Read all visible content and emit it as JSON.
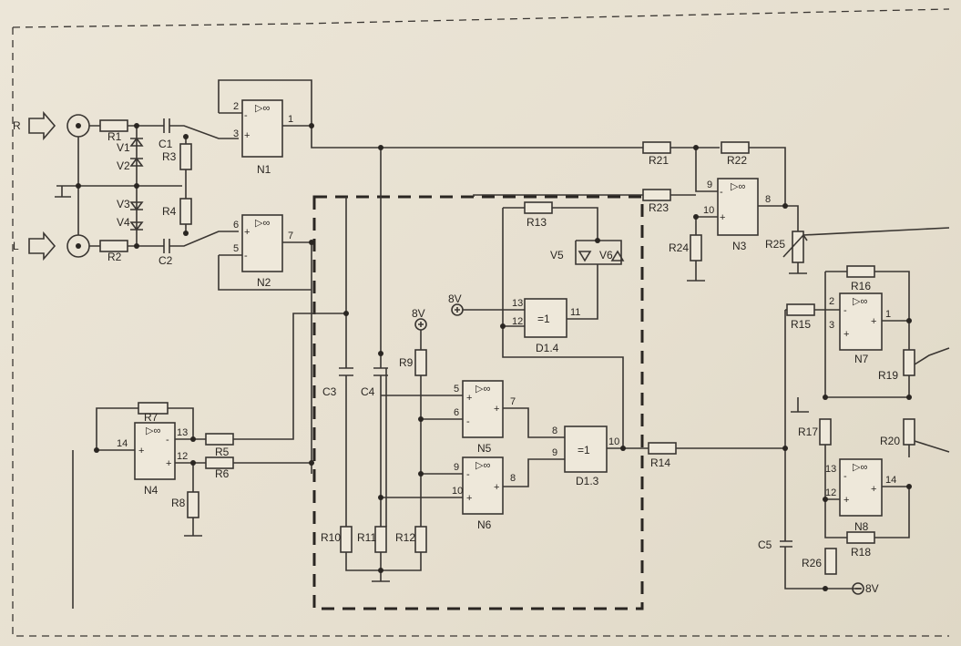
{
  "inputs": {
    "right": "R",
    "left": "L"
  },
  "supply": {
    "positive": "8V",
    "positive_b": "8V",
    "negative": "8V"
  },
  "resistors": [
    "R1",
    "R2",
    "R3",
    "R4",
    "R5",
    "R6",
    "R7",
    "R8",
    "R9",
    "R10",
    "R11",
    "R12",
    "R13",
    "R14",
    "R15",
    "R16",
    "R17",
    "R18",
    "R19",
    "R20",
    "R21",
    "R22",
    "R23",
    "R24",
    "R25",
    "R26"
  ],
  "capacitors": [
    "C1",
    "C2",
    "C3",
    "C4",
    "C5"
  ],
  "diodes": [
    "V1",
    "V2",
    "V3",
    "V4",
    "V5",
    "V6"
  ],
  "opamps": [
    "N1",
    "N2",
    "N3",
    "N4",
    "N5",
    "N6",
    "N7",
    "N8"
  ],
  "gates": {
    "d13": "D1.3",
    "d14": "D1.4",
    "symbol": "=1"
  },
  "opamp_symbol": "▷∞",
  "pins": {
    "minus": "-",
    "plus": "+"
  },
  "pin_numbers": {
    "n1": [
      "2",
      "3",
      "1"
    ],
    "n2": [
      "6",
      "5",
      "7"
    ],
    "n3": [
      "9",
      "10",
      "8"
    ],
    "n4": [
      "13",
      "12",
      "14"
    ],
    "n5": [
      "5",
      "6",
      "7"
    ],
    "n6": [
      "9",
      "10",
      "8"
    ],
    "n7": [
      "2",
      "3",
      "1"
    ],
    "n8": [
      "13",
      "12",
      "14"
    ],
    "d13": [
      "8",
      "9",
      "10"
    ],
    "d14": [
      "13",
      "12",
      "11"
    ]
  }
}
